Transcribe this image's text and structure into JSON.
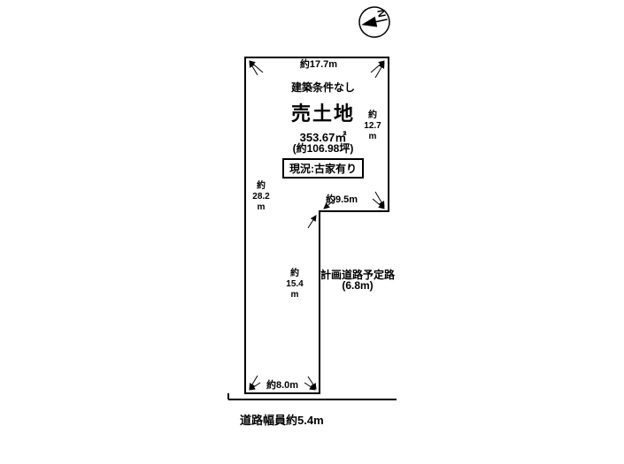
{
  "colors": {
    "ink": "#000000",
    "background": "#ffffff"
  },
  "compass": {
    "label": "N"
  },
  "labels": {
    "dim_top": "約17.7m",
    "dim_right": "約\n12.7\nm",
    "dim_step": "約9.5m",
    "dim_left": "約\n28.2\nm",
    "dim_mid": "約\n15.4\nm",
    "dim_bottom": "約8.0m",
    "building_condition": "建築条件なし",
    "listing_title": "売土地",
    "area_sqm": "353.67㎡",
    "area_tsubo": "(約106.98坪)",
    "current_status": "現況:古家有り",
    "planned_road": "計画道路予定路",
    "planned_road_width": "(6.8m)",
    "front_road_width": "道路幅員約5.4m"
  }
}
